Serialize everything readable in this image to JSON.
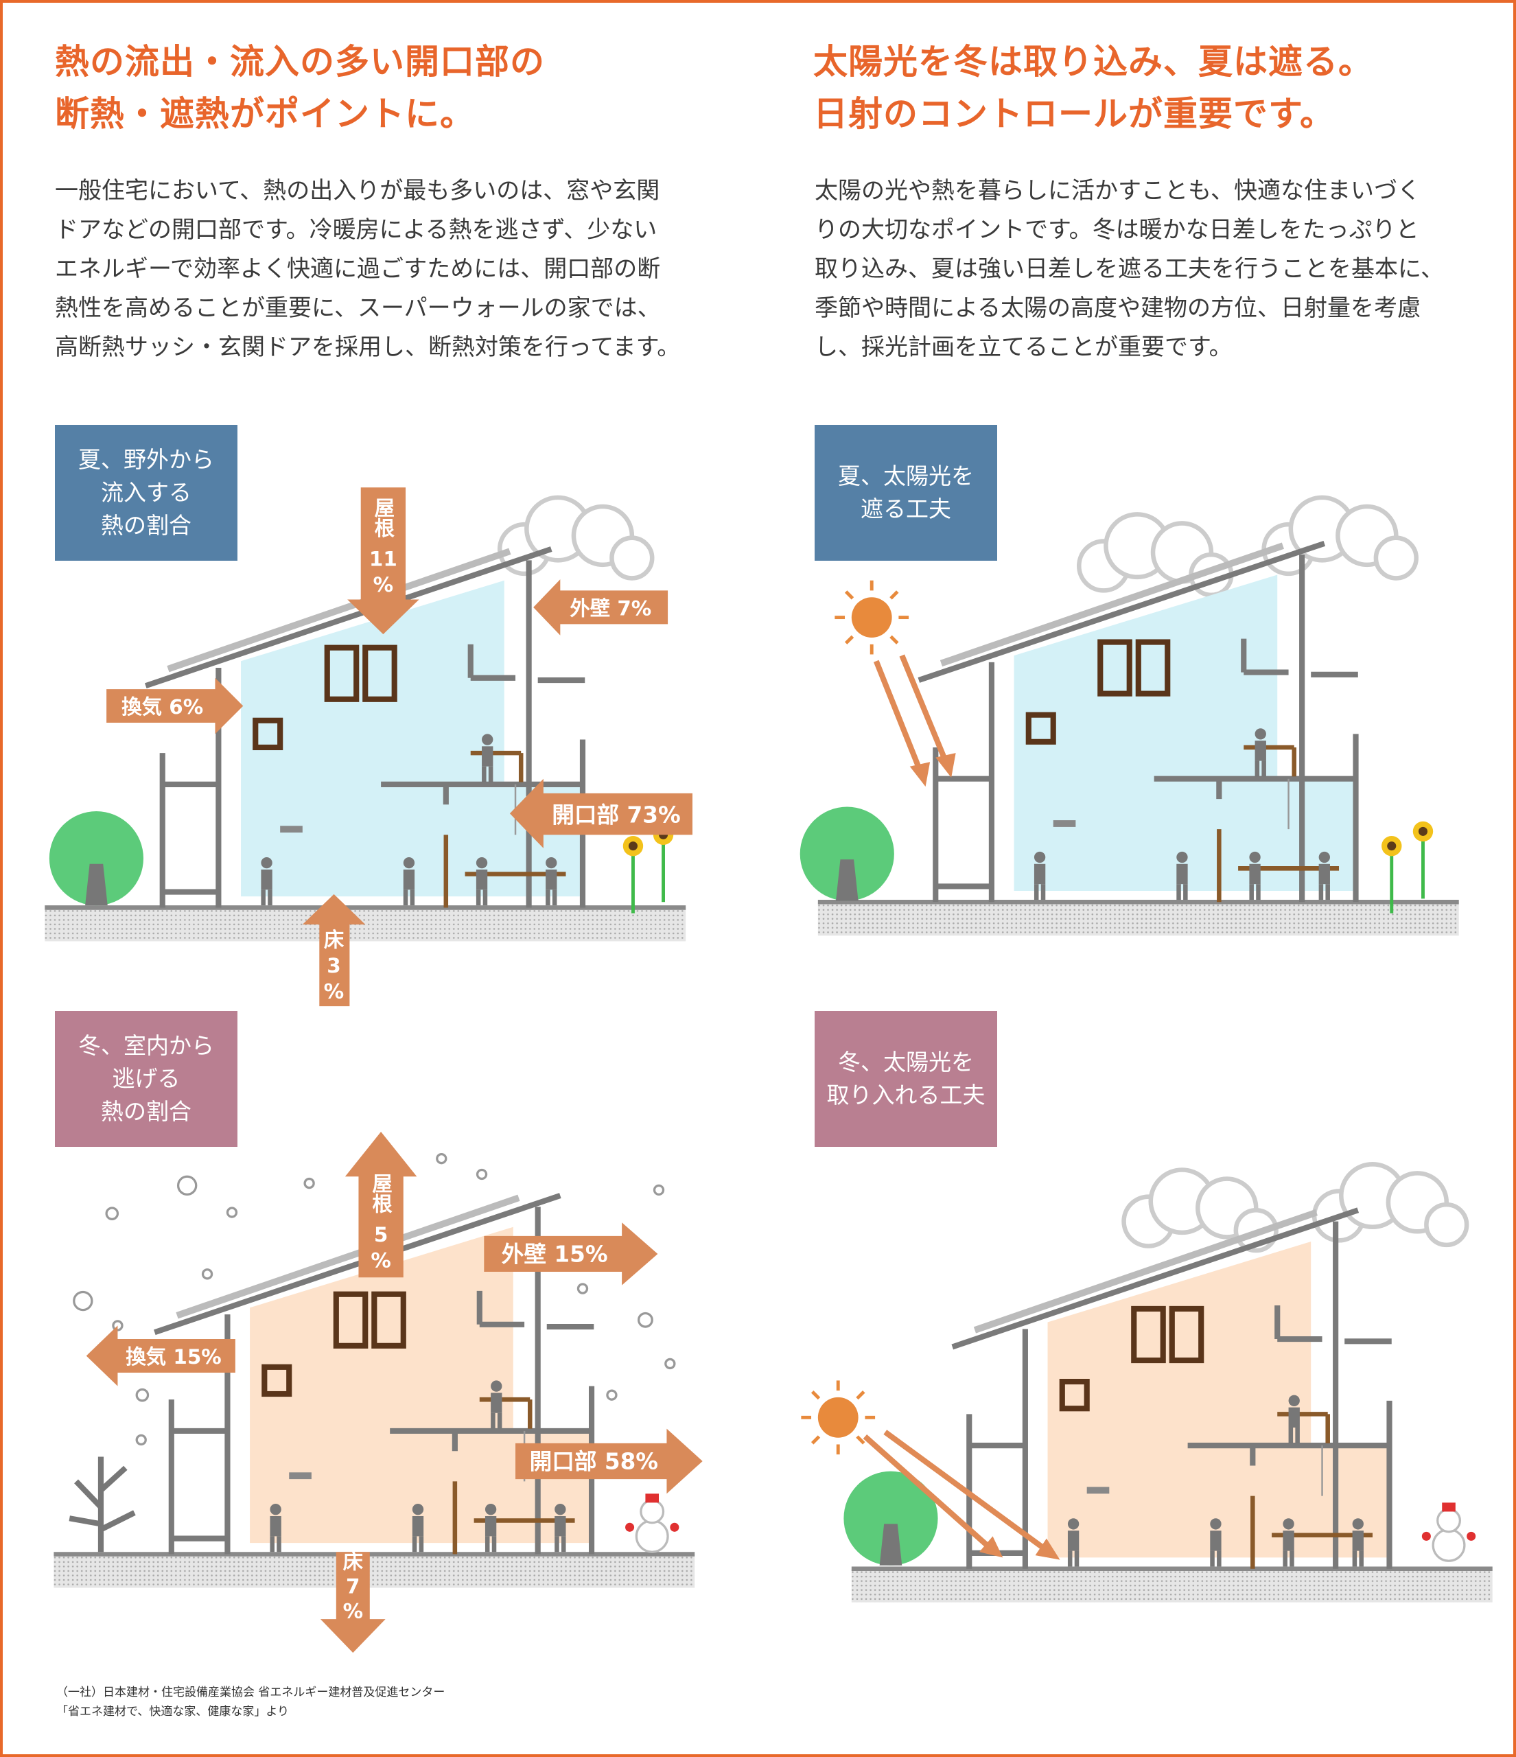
{
  "colors": {
    "accent": "#e8652b",
    "arrow": "#d98a59",
    "summer_tag": "#5580a6",
    "winter_tag": "#b97f91",
    "summer_fill": "#d4f1f7",
    "winter_fill": "#fde2cb"
  },
  "left": {
    "title": [
      "熱の流出・流入の多い開口部の",
      "断熱・遮熱がポイントに。"
    ],
    "body": [
      "一般住宅において、熱の出入りが最も多いのは、窓や玄関",
      "ドアなどの開口部です。冷暖房による熱を逃さず、少ない",
      "エネルギーで効率よく快適に過ごすためには、開口部の断",
      "熱性を高めることが重要に、スーパーウォールの家では、",
      "高断熱サッシ・玄関ドアを採用し、断熱対策を行ってます。"
    ]
  },
  "right": {
    "title": [
      "太陽光を冬は取り込み、夏は遮る。",
      "日射のコントロールが重要です。"
    ],
    "body": [
      "太陽の光や熱を暮らしに活かすことも、快適な住まいづく",
      "りの大切なポイントです。冬は暖かな日差しをたっぷりと",
      "取り込み、夏は強い日差しを遮る工夫を行うことを基本に、",
      "季節や時間による太陽の高度や建物の方位、日射量を考慮",
      "し、採光計画を立てることが重要です。"
    ]
  },
  "summer_heat": {
    "tag": [
      "夏、野外から",
      "流入する",
      "熱の割合"
    ],
    "roof": {
      "label": "屋根",
      "value": "11",
      "unit": "%"
    },
    "wall": "外壁 7%",
    "vent": "換気 6%",
    "opening": "開口部 73%",
    "floor": {
      "label": "床",
      "value": "3",
      "unit": "%"
    }
  },
  "summer_sun": {
    "tag": [
      "夏、太陽光を",
      "遮る工夫"
    ]
  },
  "winter_heat": {
    "tag": [
      "冬、室内から",
      "逃げる",
      "熱の割合"
    ],
    "roof": {
      "label": "屋根",
      "value": "5",
      "unit": "%"
    },
    "wall": "外壁 15%",
    "vent": "換気 15%",
    "opening": "開口部 58%",
    "floor": {
      "label": "床",
      "value": "7",
      "unit": "%"
    }
  },
  "winter_sun": {
    "tag": [
      "冬、太陽光を",
      "取り入れる工夫"
    ]
  },
  "credit": [
    "（一社）日本建材・住宅設備産業協会 省エネルギー建材普及促進センター",
    "「省エネ建材で、快適な家、健康な家」より"
  ]
}
